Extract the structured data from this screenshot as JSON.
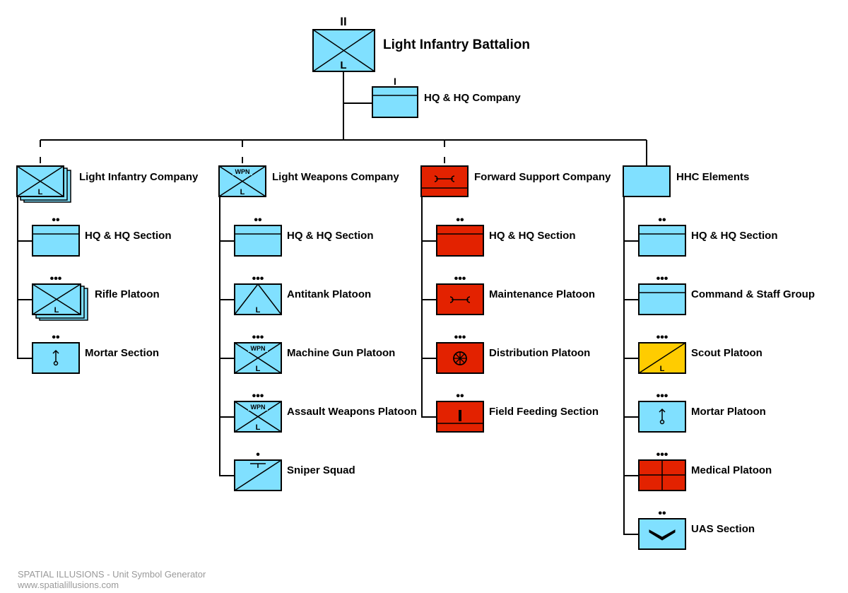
{
  "colors": {
    "friendly": "#80e0ff",
    "support": "#e32200",
    "recon": "#ffcc00",
    "line": "#000000",
    "footer": "#9a9a9a"
  },
  "battalion": {
    "label": "Light Infantry Battalion",
    "echelon": "II",
    "modifier": "L"
  },
  "hq_company": {
    "label": "HQ & HQ Company",
    "echelon": "I"
  },
  "branches": [
    {
      "label": "Light Infantry Company",
      "echelon": "I",
      "modifier": "L",
      "children": [
        {
          "label": "HQ & HQ Section",
          "echelon": "••"
        },
        {
          "label": "Rifle Platoon",
          "echelon": "•••",
          "modifier": "L"
        },
        {
          "label": "Mortar Section",
          "echelon": "••"
        }
      ]
    },
    {
      "label": "Light Weapons Company",
      "echelon": "I",
      "modifier": "L",
      "sym_text": "WPN",
      "children": [
        {
          "label": "HQ & HQ Section",
          "echelon": "••"
        },
        {
          "label": "Antitank Platoon",
          "echelon": "•••",
          "modifier": "L"
        },
        {
          "label": "Machine Gun Platoon",
          "echelon": "•••",
          "modifier": "L",
          "sym_text": "WPN"
        },
        {
          "label": "Assault Weapons Platoon",
          "echelon": "•••",
          "modifier": "L",
          "sym_text": "WPN"
        },
        {
          "label": "Sniper Squad",
          "echelon": "•"
        }
      ]
    },
    {
      "label": "Forward Support Company",
      "echelon": "I",
      "children": [
        {
          "label": "HQ & HQ Section",
          "echelon": "••"
        },
        {
          "label": "Maintenance Platoon",
          "echelon": "•••"
        },
        {
          "label": "Distribution Platoon",
          "echelon": "•••"
        },
        {
          "label": "Field Feeding Section",
          "echelon": "••"
        }
      ]
    },
    {
      "label": "HHC Elements",
      "children": [
        {
          "label": "HQ & HQ Section",
          "echelon": "••"
        },
        {
          "label": "Command & Staff Group",
          "echelon": "•••"
        },
        {
          "label": "Scout Platoon",
          "echelon": "•••",
          "modifier": "L"
        },
        {
          "label": "Mortar Platoon",
          "echelon": "•••"
        },
        {
          "label": "Medical Platoon",
          "echelon": "•••"
        },
        {
          "label": "UAS Section",
          "echelon": "••"
        }
      ]
    }
  ],
  "footer": {
    "title": "SPATIAL ILLUSIONS - Unit Symbol Generator",
    "url": "www.spatialillusions.com"
  }
}
